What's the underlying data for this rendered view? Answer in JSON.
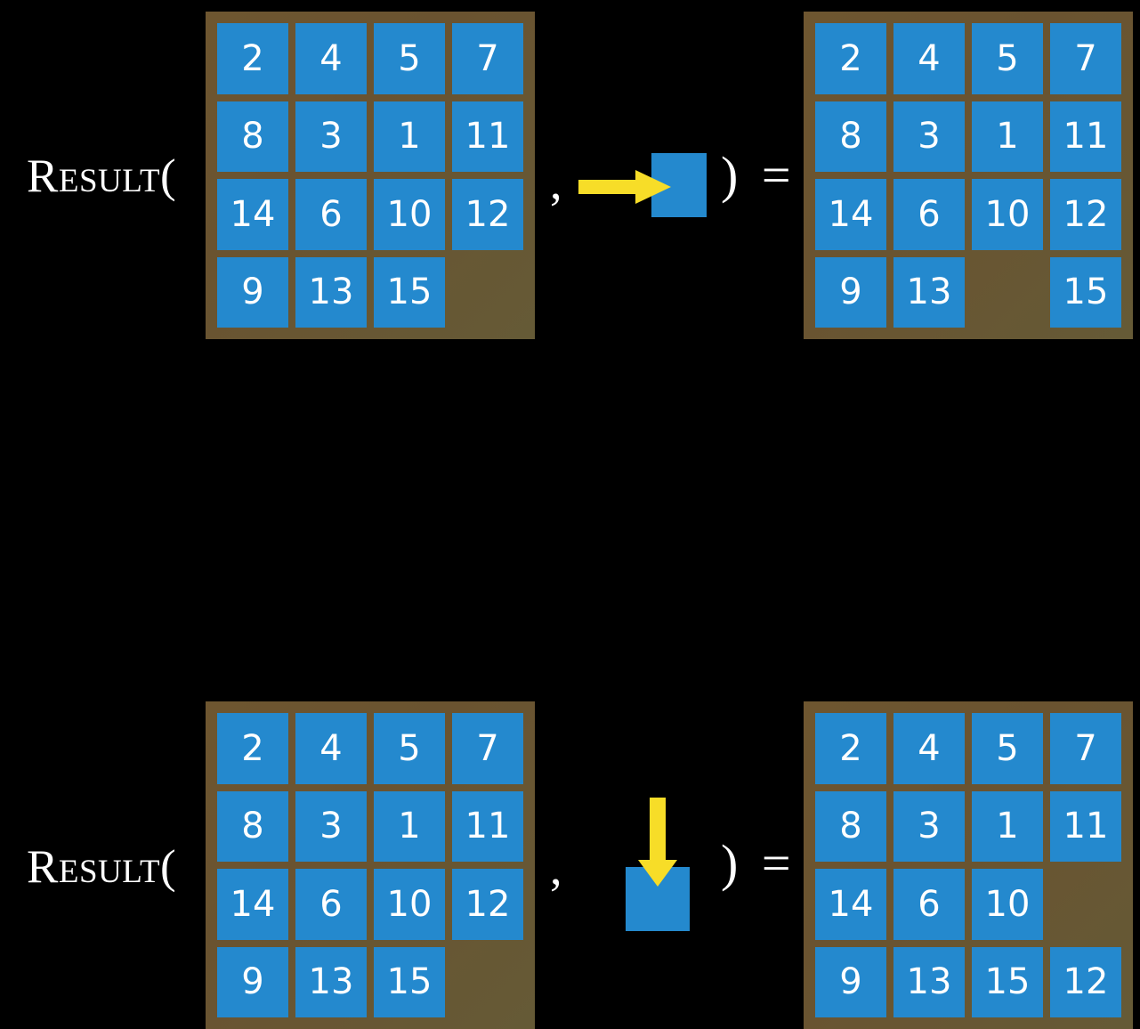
{
  "background_color": "#000000",
  "palette": {
    "tile": "#2489ce",
    "board_frame": "#6b532f",
    "board_inner": "#665a36",
    "arrow": "#f7dd28",
    "text": "#ffffff"
  },
  "equations": [
    {
      "label": "Result(",
      "separator": ",",
      "closing": ") =",
      "action": {
        "name": "slide-right",
        "arrow_direction": "right",
        "arrow_color": "#f7dd28",
        "square_color": "#2489ce"
      },
      "input_board": {
        "rows": 4,
        "cols": 4,
        "tiles": [
          [
            "2",
            "4",
            "5",
            "7"
          ],
          [
            "8",
            "3",
            "1",
            "11"
          ],
          [
            "14",
            "6",
            "10",
            "12"
          ],
          [
            "9",
            "13",
            "15",
            ""
          ]
        ]
      },
      "output_board": {
        "rows": 4,
        "cols": 4,
        "tiles": [
          [
            "2",
            "4",
            "5",
            "7"
          ],
          [
            "8",
            "3",
            "1",
            "11"
          ],
          [
            "14",
            "6",
            "10",
            "12"
          ],
          [
            "9",
            "13",
            "",
            "15"
          ]
        ]
      }
    },
    {
      "label": "Result(",
      "separator": ",",
      "closing": ") =",
      "action": {
        "name": "slide-down",
        "arrow_direction": "down",
        "arrow_color": "#f7dd28",
        "square_color": "#2489ce"
      },
      "input_board": {
        "rows": 4,
        "cols": 4,
        "tiles": [
          [
            "2",
            "4",
            "5",
            "7"
          ],
          [
            "8",
            "3",
            "1",
            "11"
          ],
          [
            "14",
            "6",
            "10",
            "12"
          ],
          [
            "9",
            "13",
            "15",
            ""
          ]
        ]
      },
      "output_board": {
        "rows": 4,
        "cols": 4,
        "tiles": [
          [
            "2",
            "4",
            "5",
            "7"
          ],
          [
            "8",
            "3",
            "1",
            "11"
          ],
          [
            "14",
            "6",
            "10",
            ""
          ],
          [
            "9",
            "13",
            "15",
            "12"
          ]
        ]
      }
    }
  ]
}
